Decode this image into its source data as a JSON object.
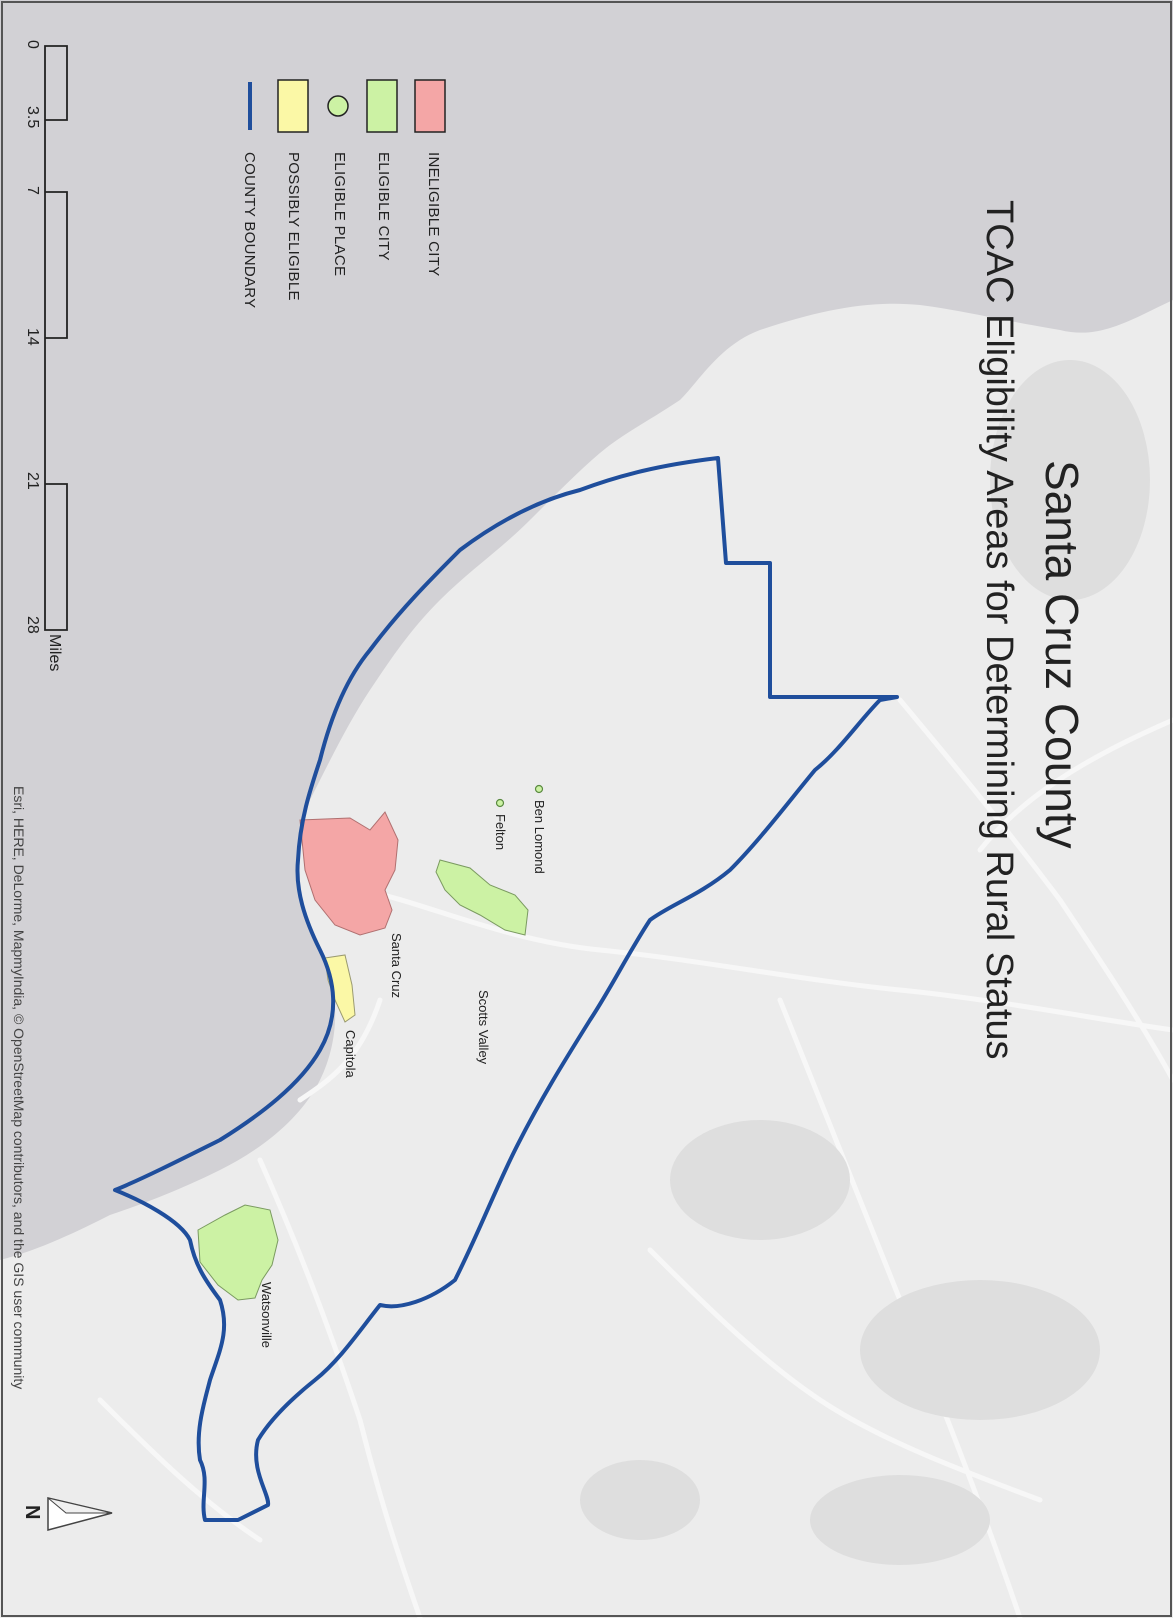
{
  "map": {
    "title": "Santa Cruz County",
    "subtitle": "TCAC Eligibility Areas for Determining Rural Status",
    "legend": [
      {
        "key": "ineligible_city",
        "label": "INELIGIBLE CITY",
        "color": "#f4a6a6",
        "symbol": "box"
      },
      {
        "key": "eligible_city",
        "label": "ELIGIBLE CITY",
        "color": "#ccf2a4",
        "symbol": "box"
      },
      {
        "key": "eligible_place",
        "label": "ELIGIBLE PLACE",
        "color": "#ccf2a4",
        "symbol": "circle"
      },
      {
        "key": "possibly_eligible",
        "label": "POSSIBLY ELIGIBLE",
        "color": "#fbf8a6",
        "symbol": "box"
      },
      {
        "key": "county_boundary",
        "label": "COUNTY BOUNDARY",
        "color": "#1f4e9c",
        "symbol": "line"
      }
    ],
    "places": {
      "ben_lomond": "Ben Lomond",
      "felton": "Felton",
      "santa_cruz": "Santa Cruz",
      "scotts_valley": "Scotts Valley",
      "capitola": "Capitola",
      "watsonville": "Watsonville"
    },
    "scale_bar": {
      "ticks": [
        "0",
        "3.5",
        "7",
        "14",
        "21",
        "28"
      ],
      "unit": "Miles"
    },
    "attribution": "Esri, HERE, DeLorme, MapmyIndia, © OpenStreetMap contributors, and the GIS user community",
    "north_arrow": "N",
    "colors": {
      "ocean": "#d2d1d5",
      "land": "#ececec",
      "boundary": "#1f4e9c",
      "ineligible": "#f4a6a6",
      "eligible": "#ccf2a4",
      "possibly": "#fbf8a6"
    }
  }
}
